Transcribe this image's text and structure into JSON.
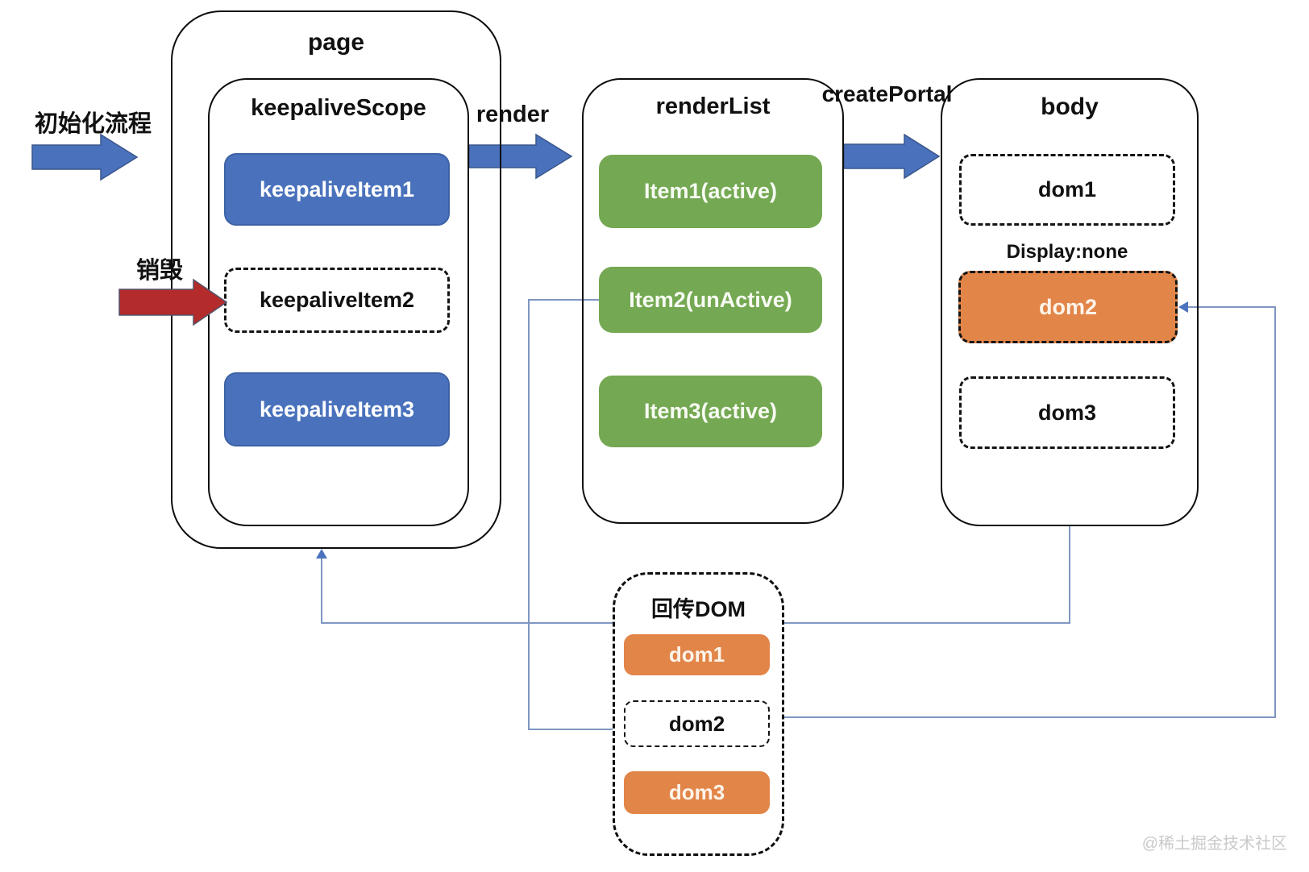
{
  "diagram": {
    "flow_labels": {
      "init": "初始化流程",
      "destroy": "销毁",
      "render": "render",
      "create_portal": "createPortal"
    },
    "page": {
      "title": "page"
    },
    "keepalive_scope": {
      "title": "keepaliveScope",
      "items": [
        {
          "label": "keepaliveItem1",
          "state": "alive"
        },
        {
          "label": "keepaliveItem2",
          "state": "destroyed"
        },
        {
          "label": "keepaliveItem3",
          "state": "alive"
        }
      ]
    },
    "render_list": {
      "title": "renderList",
      "items": [
        {
          "label": "Item1(active)"
        },
        {
          "label": "Item2(unActive)"
        },
        {
          "label": "Item3(active)"
        }
      ]
    },
    "body": {
      "title": "body",
      "display_none_label": "Display:none",
      "items": [
        {
          "label": "dom1",
          "style": "dashed"
        },
        {
          "label": "dom2",
          "style": "orange-dashed"
        },
        {
          "label": "dom3",
          "style": "dashed"
        }
      ]
    },
    "return_dom": {
      "title": "回传DOM",
      "items": [
        {
          "label": "dom1",
          "style": "orange"
        },
        {
          "label": "dom2",
          "style": "dashed"
        },
        {
          "label": "dom3",
          "style": "orange"
        }
      ]
    },
    "watermark": "@稀土掘金技术社区",
    "colors": {
      "blue": "#4A72BC",
      "green": "#74A852",
      "orange": "#E28549",
      "red": "#B42B2B",
      "connector_line": "#7F97C1",
      "connector_arrow": "#4C74BE"
    }
  }
}
